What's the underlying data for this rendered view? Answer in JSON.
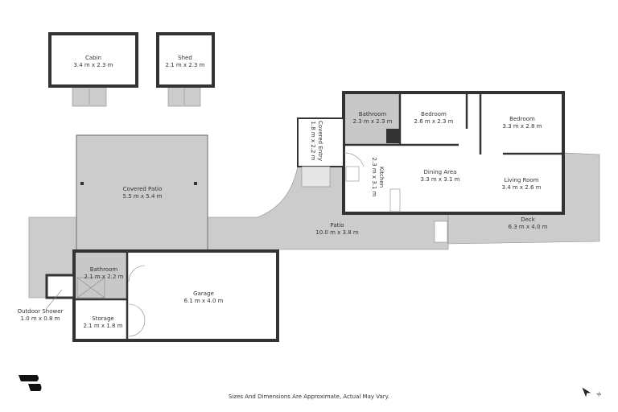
{
  "colors": {
    "wall": "#333333",
    "outdoor": "#cccccc",
    "wet_area": "#c8c8c8",
    "floor": "#ffffff"
  },
  "rooms": [
    {
      "id": "cabin",
      "name": "Cabin",
      "size": "3.4 m x 2.3 m"
    },
    {
      "id": "shed",
      "name": "Shed",
      "size": "2.1 m x 2.3 m"
    },
    {
      "id": "bathroom-main",
      "name": "Bathroom",
      "size": "2.3 m x 2.3 m"
    },
    {
      "id": "bedroom-1",
      "name": "Bedroom",
      "size": "2.6 m x 2.3 m"
    },
    {
      "id": "bedroom-2",
      "name": "Bedroom",
      "size": "3.3 m x 2.8 m"
    },
    {
      "id": "covered-entry",
      "name": "Covered Entry",
      "size": "1.8 m x 2.2 m"
    },
    {
      "id": "kitchen",
      "name": "Kitchen",
      "size": "2.3 m x 3.1 m"
    },
    {
      "id": "dining-area",
      "name": "Dining Area",
      "size": "3.3 m x 3.1 m"
    },
    {
      "id": "living-room",
      "name": "Living Room",
      "size": "3.4 m x 2.6 m"
    },
    {
      "id": "covered-patio",
      "name": "Covered Patio",
      "size": "5.5 m x 5.4 m"
    },
    {
      "id": "patio",
      "name": "Patio",
      "size": "10.0 m x 3.8 m"
    },
    {
      "id": "deck",
      "name": "Deck",
      "size": "6.3 m x 4.0 m"
    },
    {
      "id": "bathroom-garage",
      "name": "Bathroom",
      "size": "2.1 m x 2.2 m"
    },
    {
      "id": "garage",
      "name": "Garage",
      "size": "6.1 m x 4.0 m"
    },
    {
      "id": "storage",
      "name": "Storage",
      "size": "2.1 m x 1.8 m"
    },
    {
      "id": "outdoor-shower",
      "name": "Outdoor Shower",
      "size": "1.0 m x 0.8 m"
    }
  ],
  "footer": "Sizes And Dimensions Are Approximate, Actual May Vary.",
  "icons": {
    "logo": "brand-logo",
    "north": "north-arrow-icon",
    "north_letter": "N"
  }
}
